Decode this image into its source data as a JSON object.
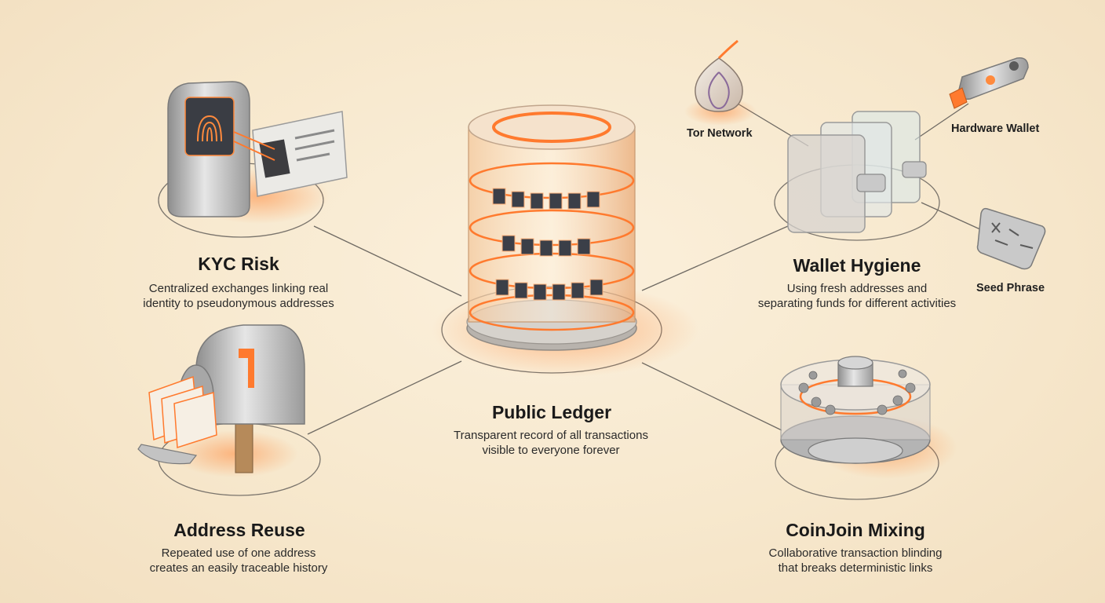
{
  "center": {
    "title": "Public Ledger",
    "description_lines": [
      "Transparent record of all transactions",
      "visible to everyone forever"
    ]
  },
  "nodes": {
    "kyc": {
      "title": "KYC Risk",
      "description_lines": [
        "Centralized exchanges linking real",
        "identity to pseudonymous addresses"
      ]
    },
    "address_reuse": {
      "title": "Address Reuse",
      "description_lines": [
        "Repeated use of one address",
        "creates an easily traceable history"
      ]
    },
    "wallet_hygiene": {
      "title": "Wallet Hygiene",
      "description_lines": [
        "Using fresh addresses and",
        "separating funds for different activities"
      ]
    },
    "coinjoin": {
      "title": "CoinJoin Mixing",
      "description_lines": [
        "Collaborative transaction blinding",
        "that breaks deterministic links"
      ]
    }
  },
  "satellites": {
    "tor": "Tor Network",
    "hardware_wallet": "Hardware Wallet",
    "seed_phrase": "Seed Phrase"
  },
  "colors": {
    "accent": "#ff7a2e",
    "glow": "#ffb27a",
    "line": "#6f6a63",
    "metal": "#b9b9b9"
  }
}
